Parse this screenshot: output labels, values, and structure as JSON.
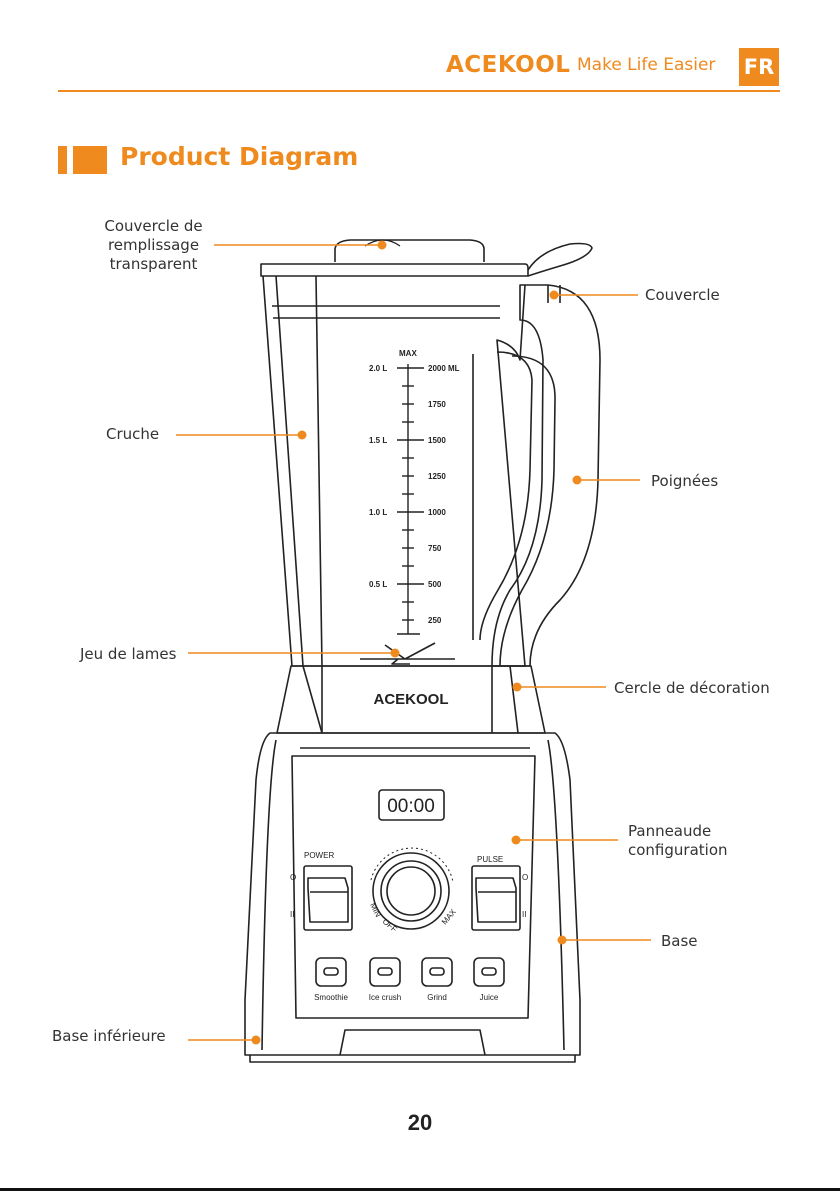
{
  "header": {
    "brand": "ACEKOOL",
    "tagline": "Make Life Easier",
    "lang": "FR"
  },
  "section": {
    "title": "Product Diagram"
  },
  "labels": {
    "fill_lid": [
      "Couvercle de",
      "remplissage",
      "transparent"
    ],
    "lid": "Couvercle",
    "jug": "Cruche",
    "handles": "Poignées",
    "blades": "Jeu de lames",
    "deco_ring": "Cercle de décoration",
    "panel": [
      "Panneaude",
      "configuration"
    ],
    "base": "Base",
    "lower_base": "Base inférieure"
  },
  "scale": {
    "max": "MAX",
    "liters": [
      "2.0 L",
      "1.5 L",
      "1.0 L",
      "0.5 L"
    ],
    "ml": [
      "2000 ML",
      "1750",
      "1500",
      "1250",
      "1000",
      "750",
      "500",
      "250"
    ]
  },
  "device": {
    "brand": "ACEKOOL",
    "display": "00:00",
    "power_label": "POWER",
    "pulse_label": "PULSE",
    "switch_on": "O",
    "switch_off": "II",
    "dial_off": "OFF",
    "dial_min": "MIN",
    "dial_max": "MAX",
    "buttons": [
      "Smoothie",
      "Ice crush",
      "Grind",
      "Juice"
    ]
  },
  "page_number": "20",
  "colors": {
    "accent": "#ef8a1f",
    "line": "#222222"
  }
}
